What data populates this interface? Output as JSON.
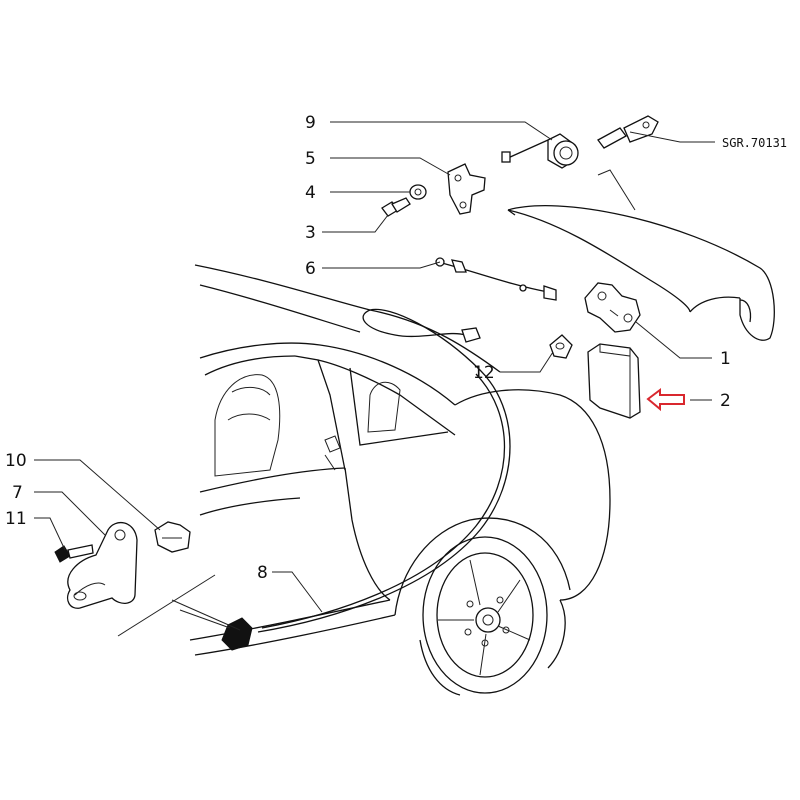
{
  "reference_code": "SGR.70131",
  "callouts": [
    {
      "id": "c1",
      "label": "1"
    },
    {
      "id": "c2",
      "label": "2"
    },
    {
      "id": "c3",
      "label": "3"
    },
    {
      "id": "c4",
      "label": "4"
    },
    {
      "id": "c5",
      "label": "5"
    },
    {
      "id": "c6",
      "label": "6"
    },
    {
      "id": "c7",
      "label": "7"
    },
    {
      "id": "c8",
      "label": "8"
    },
    {
      "id": "c9",
      "label": "9"
    },
    {
      "id": "c10",
      "label": "10"
    },
    {
      "id": "c11",
      "label": "11"
    },
    {
      "id": "c12",
      "label": "12"
    }
  ],
  "highlight": {
    "callout": "2",
    "color": "#d9272e"
  }
}
